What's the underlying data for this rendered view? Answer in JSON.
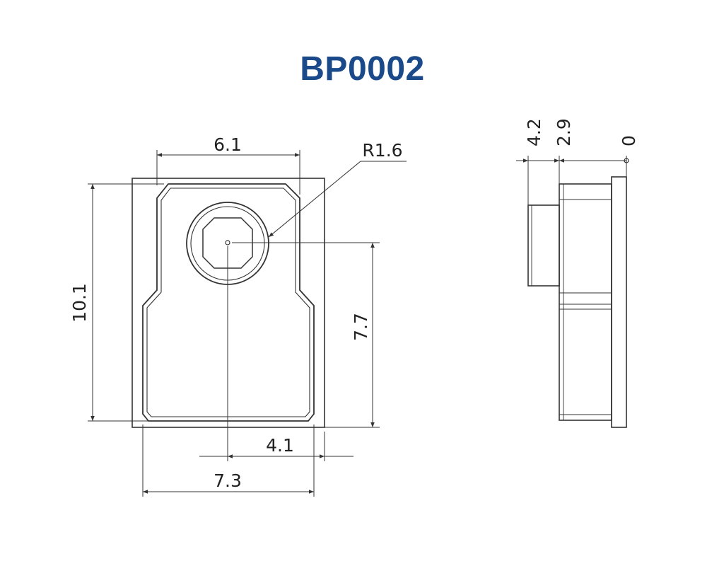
{
  "title": "BP0002",
  "colors": {
    "title": "#1a4a8a",
    "line": "#333333",
    "background": "#ffffff"
  },
  "dimensions": {
    "top_width": "6.1",
    "radius": "R1.6",
    "height_total": "10.1",
    "height_hole": "7.7",
    "offset_hole": "4.1",
    "bottom_width": "7.3",
    "side_a": "4.2",
    "side_b": "2.9",
    "side_c": "0"
  }
}
